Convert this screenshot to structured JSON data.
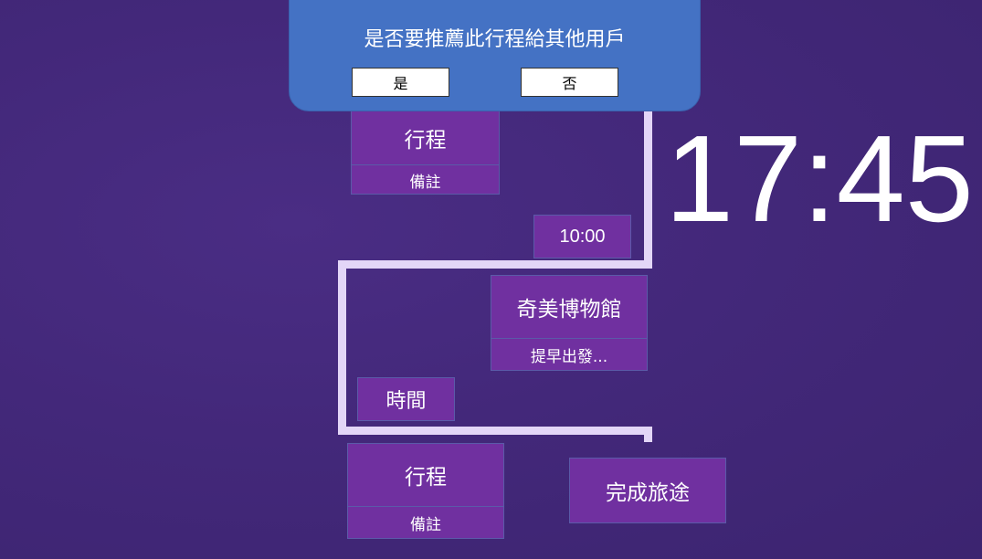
{
  "dialog": {
    "question": "是否要推薦此行程給其他用戶",
    "yes_label": "是",
    "no_label": "否"
  },
  "clock": {
    "time": "17:45"
  },
  "itinerary": {
    "card1": {
      "title": "行程",
      "note": "備註"
    },
    "time_badge_1": "10:00",
    "card2": {
      "title": "奇美博物館",
      "note": "提早出發..."
    },
    "time_badge_2": "時間",
    "card3": {
      "title": "行程",
      "note": "備註"
    },
    "finish_button": "完成旅途"
  },
  "colors": {
    "background": "#43287a",
    "card": "#7030a0",
    "dialog": "#4472c4",
    "path": "#e3d6f7"
  }
}
